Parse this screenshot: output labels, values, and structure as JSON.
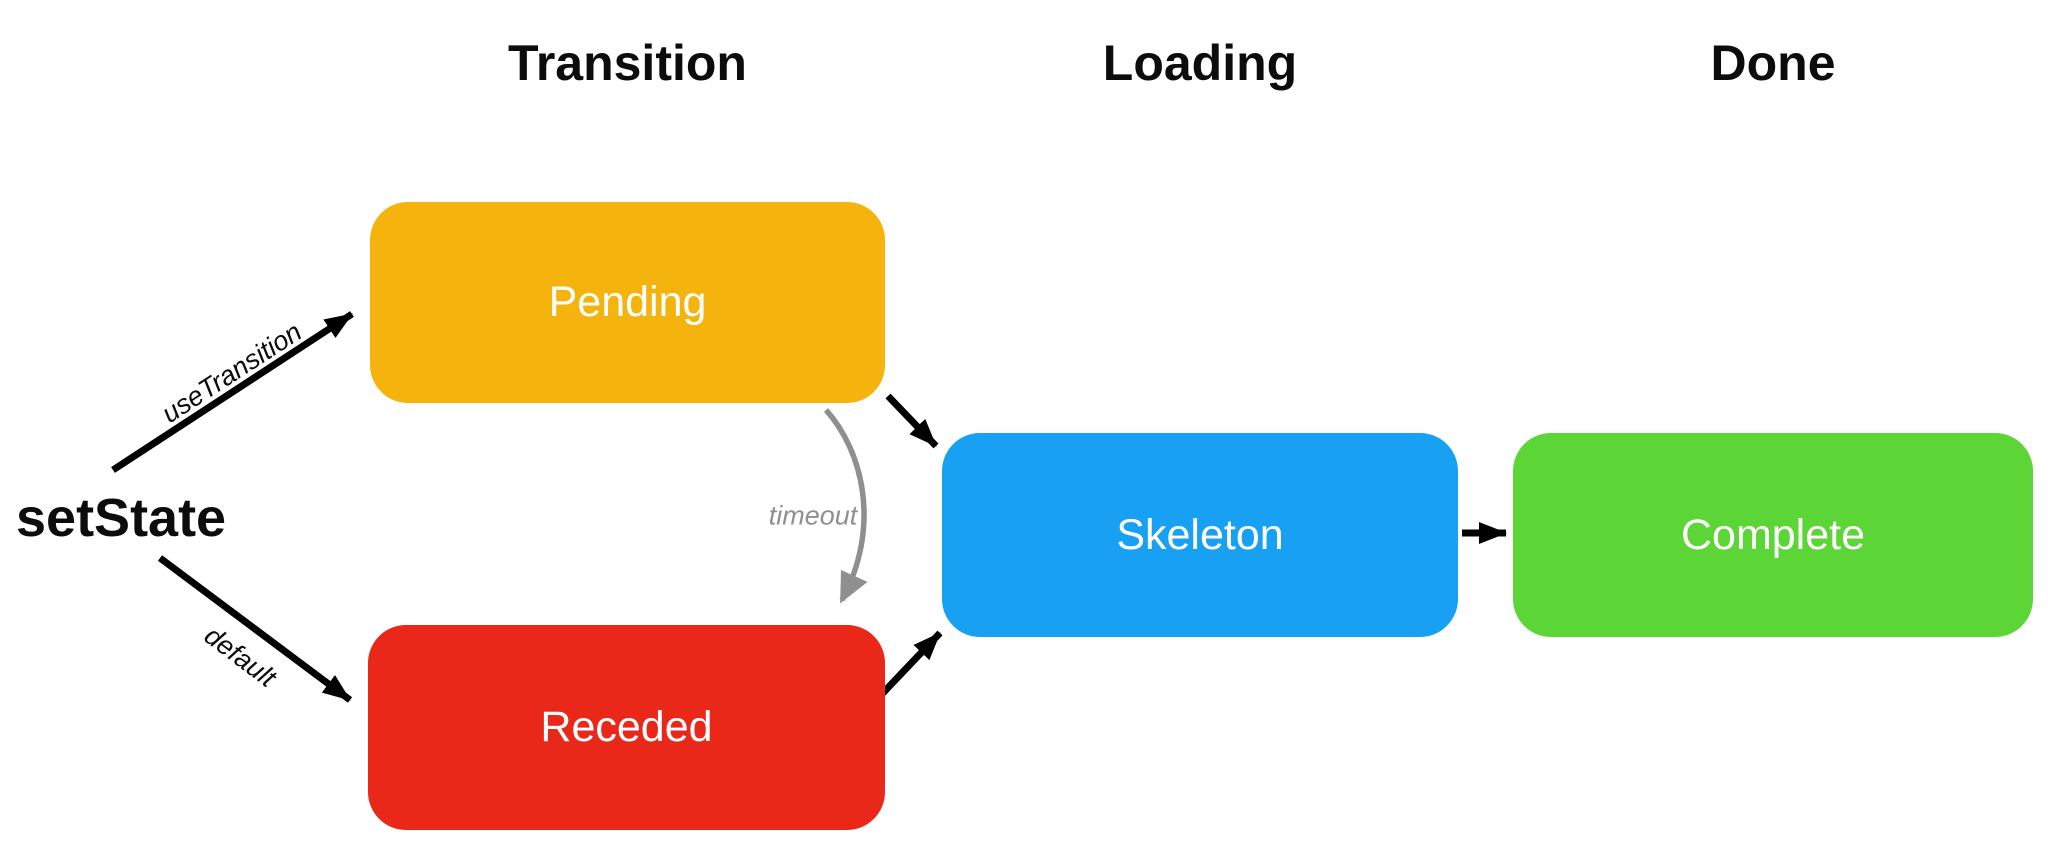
{
  "headers": [
    {
      "label": "Transition"
    },
    {
      "label": "Loading"
    },
    {
      "label": "Done"
    }
  ],
  "root": {
    "label": "setState"
  },
  "nodes": [
    {
      "id": "pending",
      "label": "Pending",
      "color": "#F5B40D"
    },
    {
      "id": "receded",
      "label": "Receded",
      "color": "#E9281A"
    },
    {
      "id": "skeleton",
      "label": "Skeleton",
      "color": "#18A1F3"
    },
    {
      "id": "complete",
      "label": "Complete",
      "color": "#5CD536"
    }
  ],
  "edges": {
    "use_transition": {
      "label": "useTransition",
      "from": "setState",
      "to": "Pending",
      "color": "#000000"
    },
    "default": {
      "label": "default",
      "from": "setState",
      "to": "Receded",
      "color": "#000000"
    },
    "timeout": {
      "label": "timeout",
      "from": "Pending",
      "to": "Receded",
      "color": "#8F8F8F"
    },
    "pending_to_skeleton": {
      "label": "",
      "from": "Pending",
      "to": "Skeleton",
      "color": "#000000"
    },
    "receded_to_skeleton": {
      "label": "",
      "from": "Receded",
      "to": "Skeleton",
      "color": "#000000"
    },
    "skeleton_to_complete": {
      "label": "",
      "from": "Skeleton",
      "to": "Complete",
      "color": "#000000"
    }
  }
}
